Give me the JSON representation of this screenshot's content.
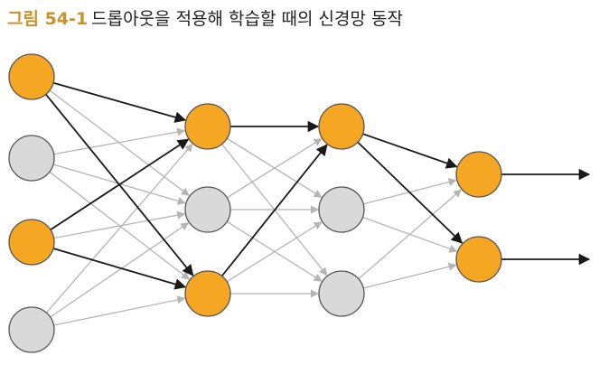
{
  "caption": {
    "label": "그림 54-1",
    "text": "드롭아웃을 적용해 학습할 때의 신경망 동작",
    "label_color": "#c8912a"
  },
  "network": {
    "description_layers": 4,
    "layers": [
      {
        "nodes": [
          "active",
          "dropped",
          "active",
          "dropped"
        ]
      },
      {
        "nodes": [
          "active",
          "dropped",
          "active"
        ]
      },
      {
        "nodes": [
          "active",
          "dropped",
          "dropped"
        ]
      },
      {
        "nodes": [
          "active",
          "active"
        ]
      }
    ],
    "outputs": 2
  },
  "colors": {
    "active_fill": "#f5a623",
    "dropped_fill": "#d9d9d9",
    "active_edge": "#1a1a1a",
    "dropped_edge": "#b5b5b5",
    "node_stroke": "#555555"
  }
}
